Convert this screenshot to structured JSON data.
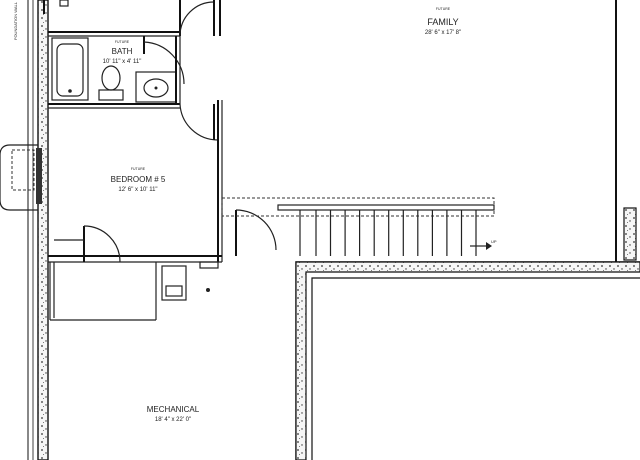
{
  "rooms": {
    "family": {
      "tag": "FUTURE",
      "name": "FAMILY",
      "dims": "28' 6\" x 17' 8\""
    },
    "bath": {
      "tag": "FUTURE",
      "name": "BATH",
      "dims": "10' 11\" x 4' 11\""
    },
    "bedroom": {
      "tag": "FUTURE",
      "name": "BEDROOM # 5",
      "dims": "12' 6\" x 10' 11\""
    },
    "mechanical": {
      "name": "MECHANICAL",
      "dims": "18' 4\" x 22' 0\""
    }
  },
  "stairs": {
    "direction_label": "UP"
  },
  "exterior": {
    "side_label": "FOUNDATION WALL"
  }
}
